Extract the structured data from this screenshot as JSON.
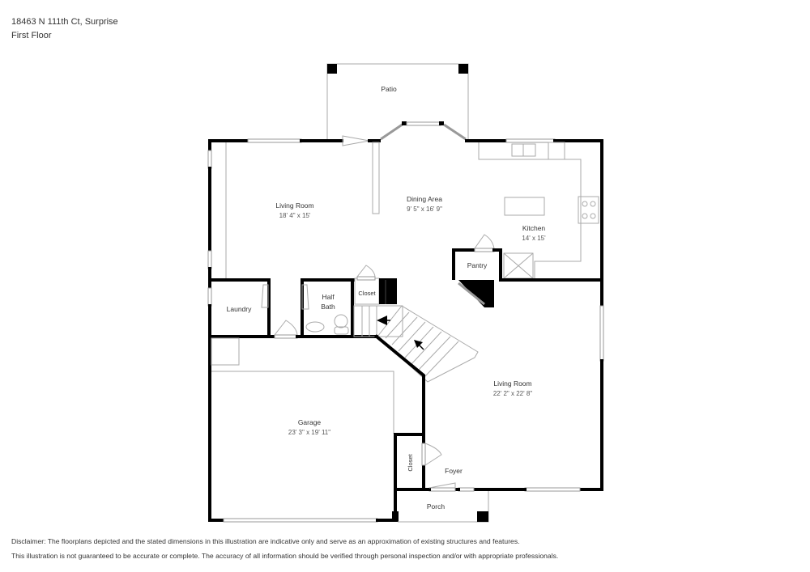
{
  "header": {
    "address": "18463 N 111th Ct, Surprise",
    "floor": "First Floor"
  },
  "rooms": {
    "patio": {
      "name": "Patio"
    },
    "living_room_1": {
      "name": "Living Room",
      "dims": "18' 4\" x 15'"
    },
    "dining_area": {
      "name": "Dining Area",
      "dims": "9' 5\" x 16' 9\""
    },
    "kitchen": {
      "name": "Kitchen",
      "dims": "14' x 15'"
    },
    "pantry": {
      "name": "Pantry"
    },
    "laundry": {
      "name": "Laundry"
    },
    "half_bath": {
      "name_line1": "Half",
      "name_line2": "Bath"
    },
    "closet_1": {
      "name": "Closet"
    },
    "living_room_2": {
      "name": "Living Room",
      "dims": "22' 2\" x 22' 8\""
    },
    "garage": {
      "name": "Garage",
      "dims": "23' 3\" x 19' 11\""
    },
    "closet_2": {
      "name": "Closet"
    },
    "foyer": {
      "name": "Foyer"
    },
    "porch": {
      "name": "Porch"
    }
  },
  "disclaimer": {
    "line1": "Disclaimer: The floorplans depicted and the stated dimensions in this illustration are indicative only and serve as an approximation of existing structures and features.",
    "line2": "This illustration is not guaranteed to be accurate or complete. The accuracy of all information should be verified through personal inspection and/or with appropriate professionals."
  },
  "colors": {
    "wall": "#000000",
    "fixture": "#aaaaaa",
    "text": "#333333"
  }
}
